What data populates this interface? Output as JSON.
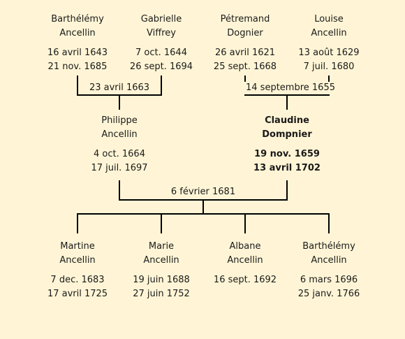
{
  "grandparents": [
    {
      "given": "Barthélémy",
      "surname": "Ancellin",
      "birth": "16 avril 1643",
      "death": "21 nov. 1685"
    },
    {
      "given": "Gabrielle",
      "surname": "Viffrey",
      "birth": "7 oct. 1644",
      "death": "26 sept. 1694"
    },
    {
      "given": "Pétremand",
      "surname": "Dognier",
      "birth": "26 avril 1621",
      "death": "25 sept. 1668"
    },
    {
      "given": "Louise",
      "surname": "Ancellin",
      "birth": "13 août 1629",
      "death": "7 juil. 1680"
    }
  ],
  "grandparent_marriages": [
    "23 avril 1663",
    "14 septembre 1655"
  ],
  "parents": [
    {
      "given": "Philippe",
      "surname": "Ancellin",
      "birth": "4 oct. 1664",
      "death": "17 juil. 1697"
    },
    {
      "given": "Claudine",
      "surname": "Dompnier",
      "birth": "19 nov. 1659",
      "death": "13 avril 1702"
    }
  ],
  "parent_marriage": "6 février 1681",
  "children": [
    {
      "given": "Martine",
      "surname": "Ancellin",
      "birth": "7 dec. 1683",
      "death": "17 avril 1725"
    },
    {
      "given": "Marie",
      "surname": "Ancellin",
      "birth": "19 juin 1688",
      "death": "27 juin 1752"
    },
    {
      "given": "Albane",
      "surname": "Ancellin",
      "birth": "16 sept. 1692",
      "death": ""
    },
    {
      "given": "Barthélémy",
      "surname": "Ancellin",
      "birth": "6 mars 1696",
      "death": "25 janv. 1766"
    }
  ]
}
